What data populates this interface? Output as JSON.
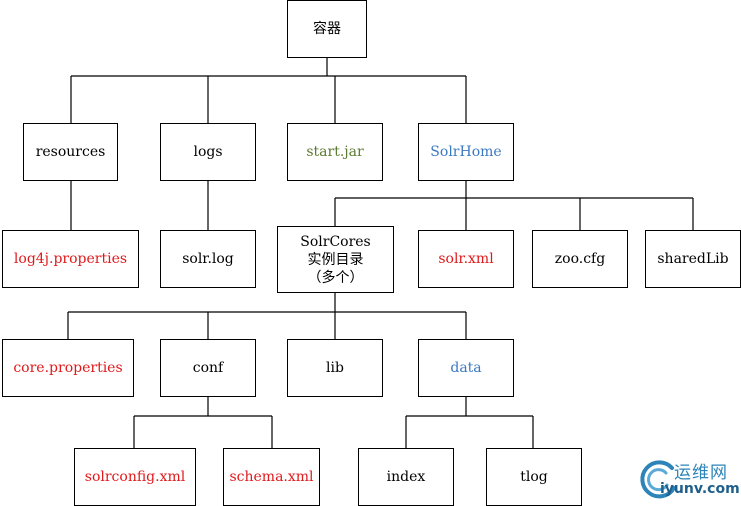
{
  "diagram": {
    "root": "容器",
    "resources": "resources",
    "logs": "logs",
    "start_jar": "start.jar",
    "solr_home": "SolrHome",
    "log4j": "log4j.properties",
    "solr_log": "solr.log",
    "solr_cores": [
      "SolrCores",
      "实例目录",
      "（多个）"
    ],
    "solr_xml": "solr.xml",
    "zoo_cfg": "zoo.cfg",
    "shared_lib": "sharedLib",
    "core_properties": "core.properties",
    "conf": "conf",
    "lib": "lib",
    "data": "data",
    "solrconfig": "solrconfig.xml",
    "schema": "schema.xml",
    "index": "index",
    "tlog": "tlog"
  },
  "colors": {
    "red": "#e0191b",
    "blue": "#3b78c2",
    "green": "#5b7a32",
    "line": "#000000"
  },
  "watermark": {
    "cn": "运维网",
    "en": "iyunv.com"
  }
}
